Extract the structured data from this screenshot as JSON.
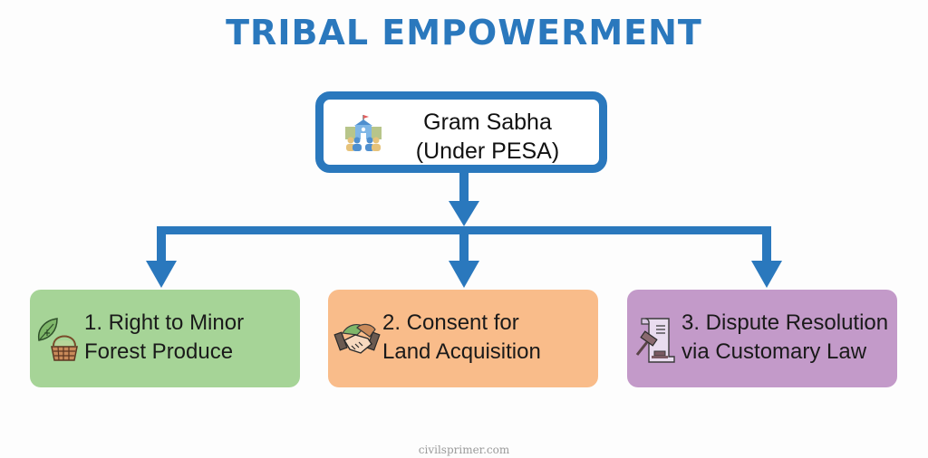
{
  "title": "TRIBAL EMPOWERMENT",
  "root": {
    "line1": "Gram Sabha",
    "line2": "(Under PESA)",
    "icon": "school-community-icon",
    "border_color": "#2a78bd"
  },
  "connector_color": "#2a78bd",
  "children": [
    {
      "line1": "1. Right to Minor",
      "line2": "Forest Produce",
      "icon": "leaf-basket-icon",
      "color": "#a6d497"
    },
    {
      "line1": "2. Consent for",
      "line2": "Land Acquisition",
      "icon": "handshake-icon",
      "color": "#f9bc8a"
    },
    {
      "line1": "3. Dispute Resolution",
      "line2": "via Customary Law",
      "icon": "gavel-scroll-icon",
      "color": "#c39ac9"
    }
  ],
  "watermark": "civilsprimer.com"
}
